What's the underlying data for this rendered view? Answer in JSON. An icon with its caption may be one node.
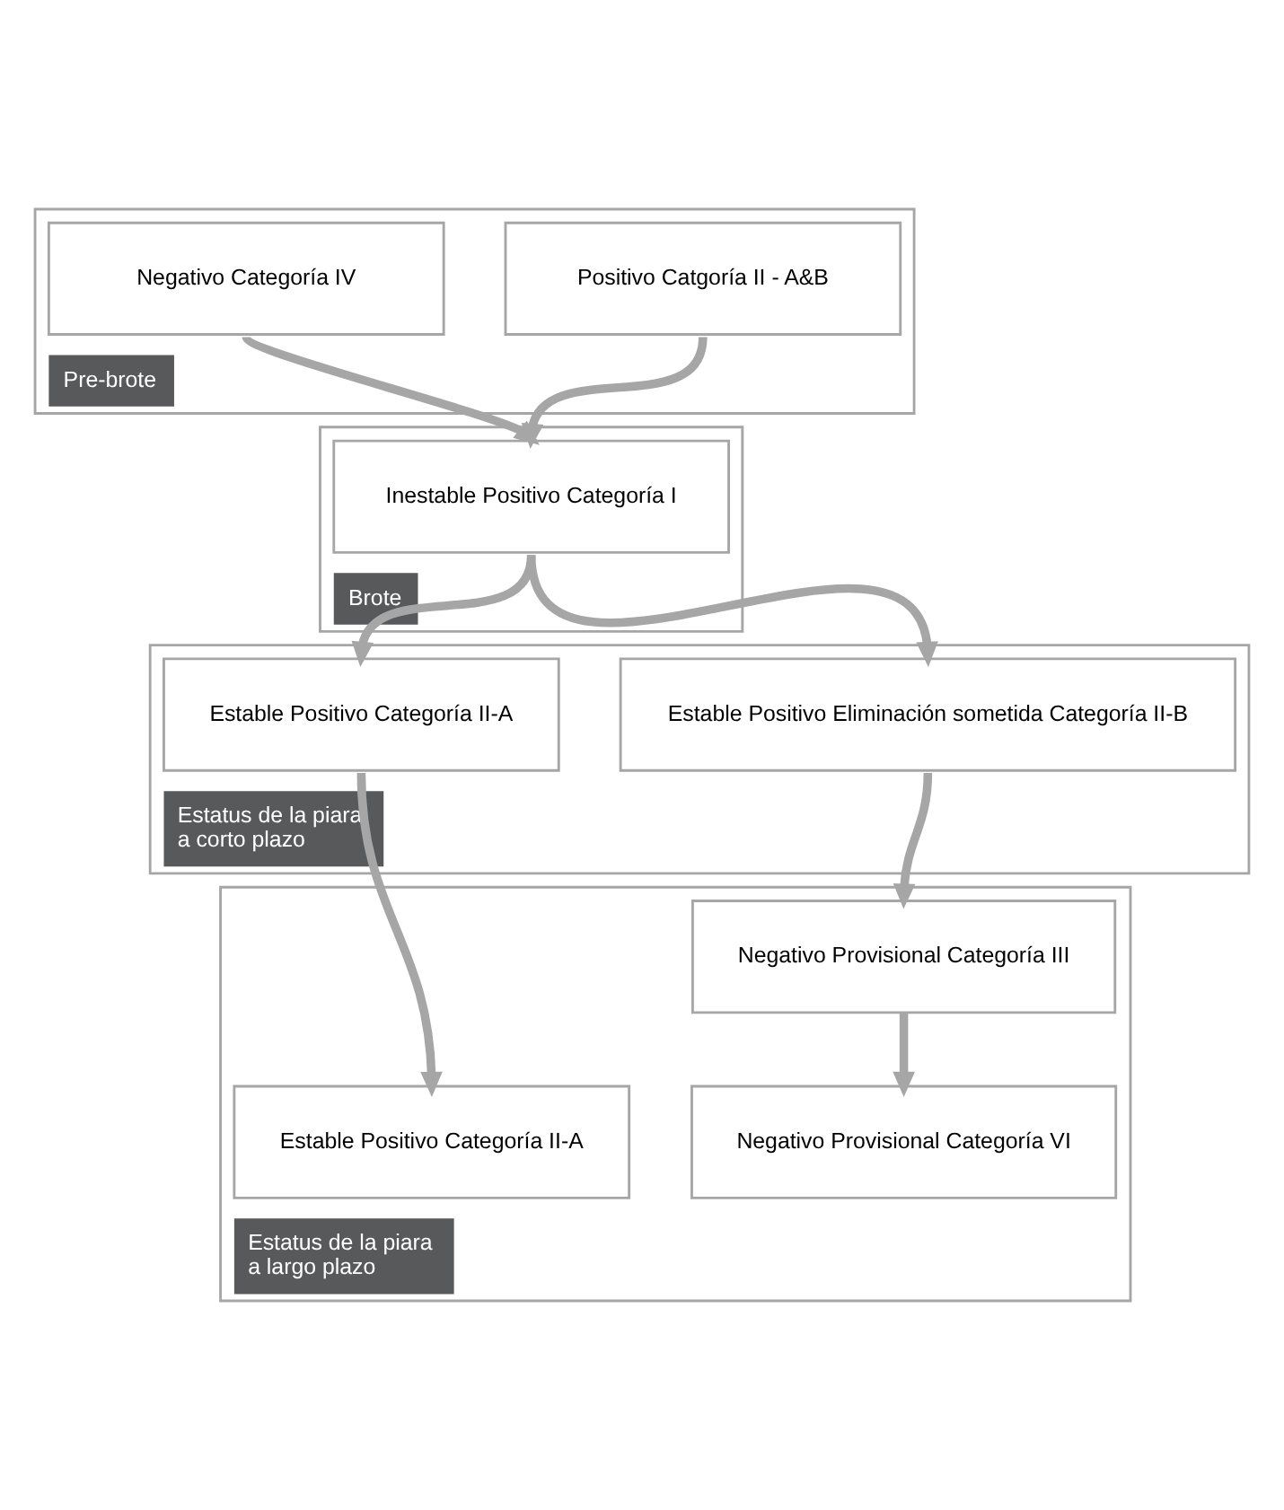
{
  "diagram": {
    "nodes": [
      {
        "text": [
          "Pre-brote"
        ]
      },
      {
        "text": [
          "Positivo Catgoría II - A&B"
        ],
        "in": 0
      },
      {
        "text": [
          "Negativo Categoría IV"
        ],
        "in": 0
      },
      {
        "text": [
          "Brote"
        ]
      },
      {
        "text": [
          "Inestable Positivo Categoría I"
        ],
        "in": 3
      },
      {
        "text": [
          "Estatus de la piara a corto plazo"
        ]
      },
      {
        "text": [
          "Estable Positivo Categoría II-A"
        ],
        "in": 5
      },
      {
        "text": [
          "Estable Positivo Eliminación sometida Categoría II-B"
        ],
        "in": 5
      },
      {
        "text": [
          "Estatus de la piara a largo plazo"
        ]
      },
      {
        "text": [
          "Negativo Provisional Categoría III"
        ],
        "in": 8
      },
      {
        "text": [
          "Estable Positivo Categoría II-A"
        ],
        "in": 8
      },
      {
        "text": [
          "Negativo Provisional Categoría VI"
        ],
        "in": 8
      }
    ],
    "edges": [
      {
        "from": 1,
        "to": 4,
        "arrow": "to"
      },
      {
        "from": 2,
        "to": 4,
        "arrow": "to"
      },
      {
        "from": 4,
        "to": 6,
        "arrow": "to"
      },
      {
        "from": 4,
        "to": 7,
        "arrow": "to"
      },
      {
        "from": 6,
        "to": 10,
        "arrow": "to"
      },
      {
        "from": 7,
        "to": 9,
        "arrow": "to"
      },
      {
        "from": 9,
        "to": 11,
        "arrow": "to"
      }
    ]
  }
}
